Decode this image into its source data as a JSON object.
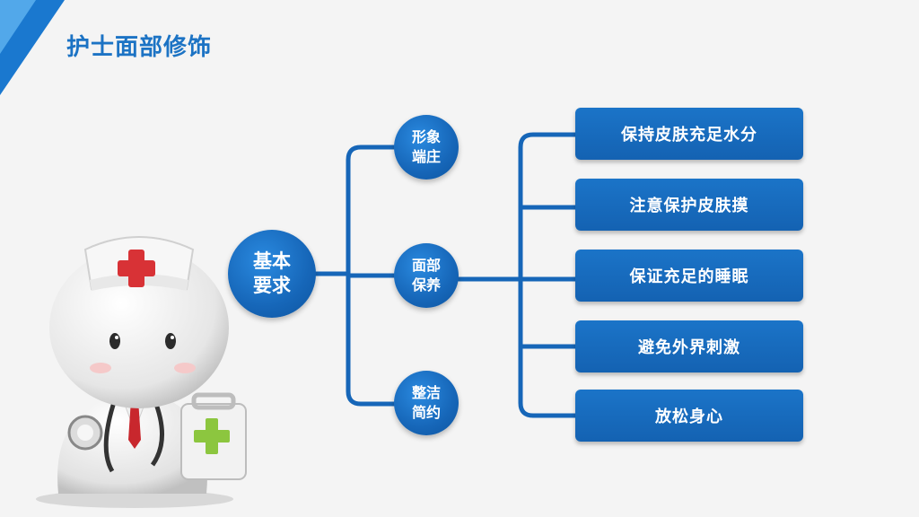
{
  "title": "护士面部修饰",
  "root": {
    "line1": "基本",
    "line2": "要求"
  },
  "branches": [
    {
      "line1": "形象",
      "line2": "端庄"
    },
    {
      "line1": "面部",
      "line2": "保养"
    },
    {
      "line1": "整洁",
      "line2": "简约"
    }
  ],
  "details": [
    "保持皮肤充足水分",
    "注意保护皮肤摸",
    "保证充足的睡眠",
    "避免外界刺激",
    "放松身心"
  ],
  "colors": {
    "primary": "#1666b8",
    "title": "#1c73c4",
    "background": "#f4f4f4"
  }
}
